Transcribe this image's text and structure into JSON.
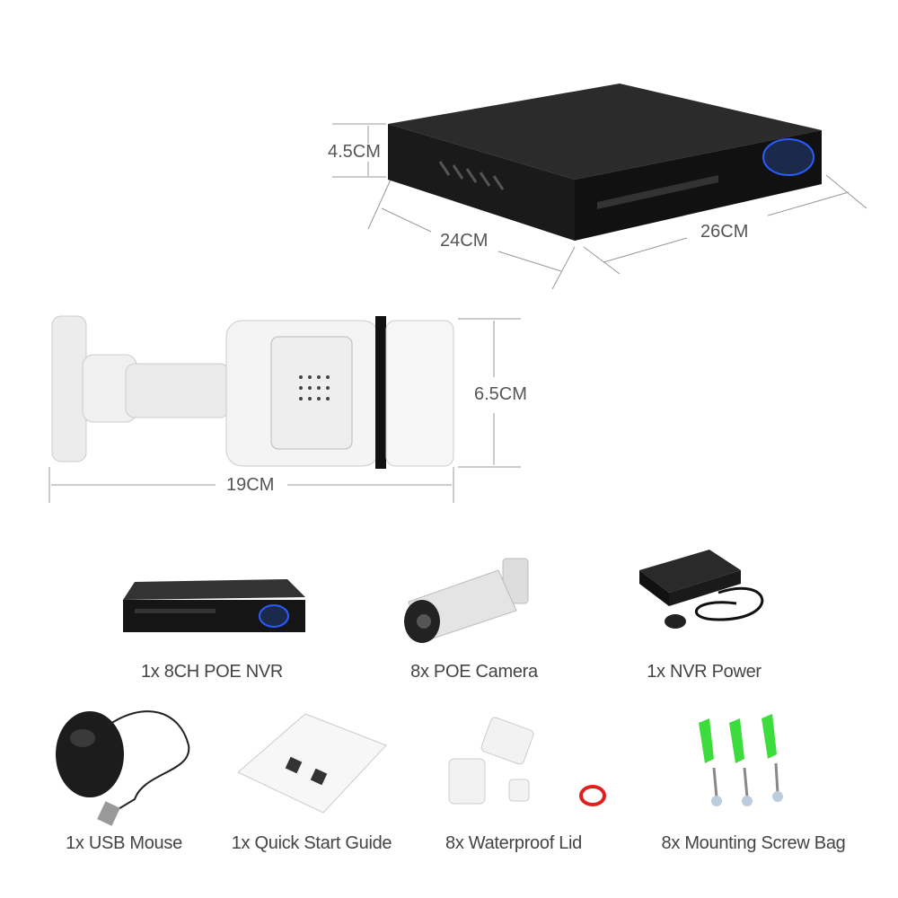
{
  "dimensions": {
    "nvr_height": "4.5CM",
    "nvr_depth": "24CM",
    "nvr_width": "26CM",
    "camera_height": "6.5CM",
    "camera_length": "19CM"
  },
  "items": [
    {
      "label": "1x 8CH POE NVR",
      "icon": "nvr"
    },
    {
      "label": "8x POE Camera",
      "icon": "bullet-camera"
    },
    {
      "label": "1x NVR Power",
      "icon": "power-adapter"
    },
    {
      "label": "1x USB Mouse",
      "icon": "mouse"
    },
    {
      "label": "1x Quick Start Guide",
      "icon": "manual"
    },
    {
      "label": "8x Waterproof Lid",
      "icon": "waterproof-connector"
    },
    {
      "label": "8x Mounting Screw Bag",
      "icon": "screws"
    }
  ],
  "colors": {
    "nvr_body": "#1e1e1e",
    "nvr_accent": "#2a5cff",
    "camera_body": "#f2f2f2",
    "anchor_green": "#3ddc3d",
    "oring_red": "#e02020",
    "text": "#444444"
  }
}
